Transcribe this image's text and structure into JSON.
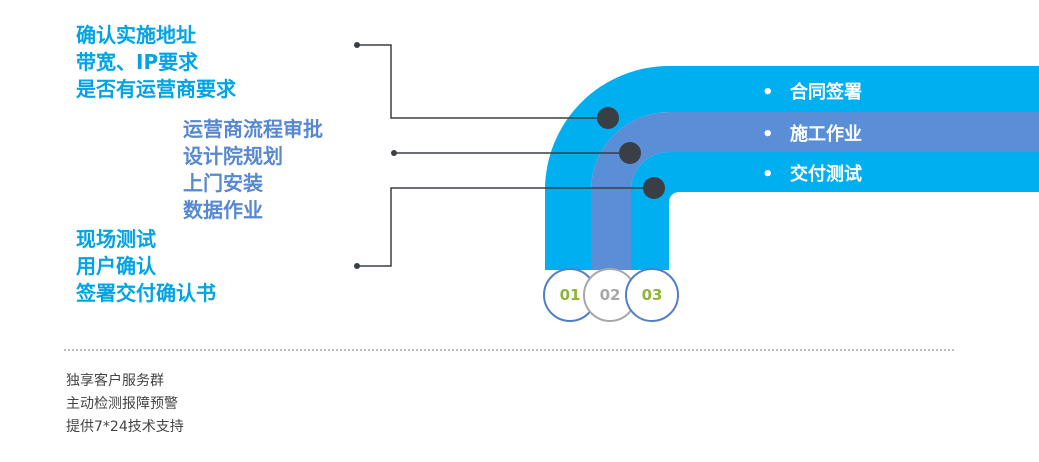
{
  "groups": [
    {
      "lines": [
        "确认实施地址",
        "带宽、IP要求",
        "是否有运营商要求"
      ],
      "color": "#00a3e6"
    },
    {
      "lines": [
        "运营商流程审批",
        "设计院规划",
        "上门安装",
        "数据作业"
      ],
      "color": "#5788d0"
    },
    {
      "lines": [
        "现场测试",
        "用户确认",
        "签署交付确认书"
      ],
      "color": "#00a3e6"
    }
  ],
  "bands": [
    {
      "label": "合同签署",
      "color": "#00afef",
      "bullet": "•"
    },
    {
      "label": "施工作业",
      "color": "#5a8fd8",
      "bullet": "•"
    },
    {
      "label": "交付测试",
      "color": "#00afef",
      "bullet": "•"
    }
  ],
  "steps": [
    {
      "num": "01",
      "text_color": "#8fb43a",
      "ring_color": "#4f7fc7"
    },
    {
      "num": "02",
      "text_color": "#a8a8a8",
      "ring_color": "#a8a8a8"
    },
    {
      "num": "03",
      "text_color": "#8fb43a",
      "ring_color": "#4f7fc7"
    }
  ],
  "connector_dot_color": "#3a3f45",
  "footer": {
    "lines": [
      "独享客户服务群",
      "主动检测报障预警",
      "提供7*24技术支持"
    ]
  }
}
